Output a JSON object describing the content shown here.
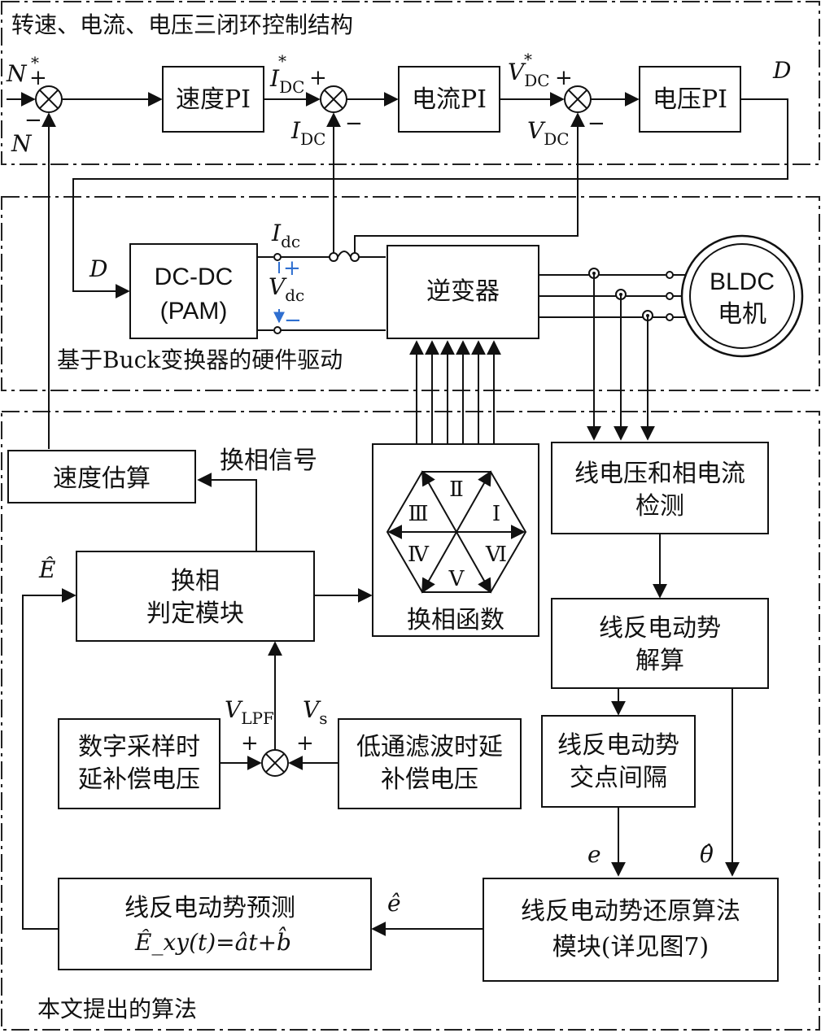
{
  "sections": {
    "top": "转速、电流、电压三闭环控制结构",
    "middle": "基于Buck变换器的硬件驱动",
    "bottom": "本文提出的算法"
  },
  "blocks": {
    "speed_pi": "速度PI",
    "current_pi": "电流PI",
    "voltage_pi": "电压PI",
    "dcdc_line1": "DC-DC",
    "dcdc_line2": "(PAM)",
    "inverter": "逆变器",
    "motor_line1": "BLDC",
    "motor_line2": "电机",
    "speed_est": "速度估算",
    "commutation_line1": "换相",
    "commutation_line2": "判定模块",
    "comm_function": "换相函数",
    "detect_line1": "线电压和相电流",
    "detect_line2": "检测",
    "bemf_solve_line1": "线反电动势",
    "bemf_solve_line2": "解算",
    "bemf_interval_line1": "线反电动势",
    "bemf_interval_line2": "交点间隔",
    "digital_comp_line1": "数字采样时",
    "digital_comp_line2": "延补偿电压",
    "lpf_comp_line1": "低通滤波时延",
    "lpf_comp_line2": "补偿电压",
    "bemf_predict_line1": "线反电动势预测",
    "bemf_predict_formula": "Ê_xy(t)=ât+b̂",
    "restore_line1": "线反电动势还原算法",
    "restore_line2": "模块(详见图7)"
  },
  "signals": {
    "n_ref": "N",
    "n_fb": "N",
    "i_dc_ref": "I",
    "i_dc_fb": "I",
    "dc_sub": "DC",
    "v_dc_ref": "V",
    "v_dc_fb": "V",
    "d_out": "D",
    "d_in": "D",
    "i_dc_meas": "I",
    "dc_lower_sub": "dc",
    "v_dc_meas": "V",
    "comm_signal": "换相信号",
    "e_hat_cap": "Ê",
    "v_lpf": "V",
    "lpf_sub": "LPF",
    "v_s": "V",
    "s_sub": "s",
    "e_small": "e",
    "theta_hat": "θ̂",
    "e_hat_small": "ê"
  },
  "marks": {
    "star": "*",
    "plus": "+",
    "minus": "−",
    "blue_plus": "+",
    "blue_minus": "−"
  },
  "hexagon_sectors": [
    "Ⅱ",
    "Ⅰ",
    "Ⅲ",
    "Ⅳ",
    "Ⅵ",
    "Ⅴ"
  ]
}
